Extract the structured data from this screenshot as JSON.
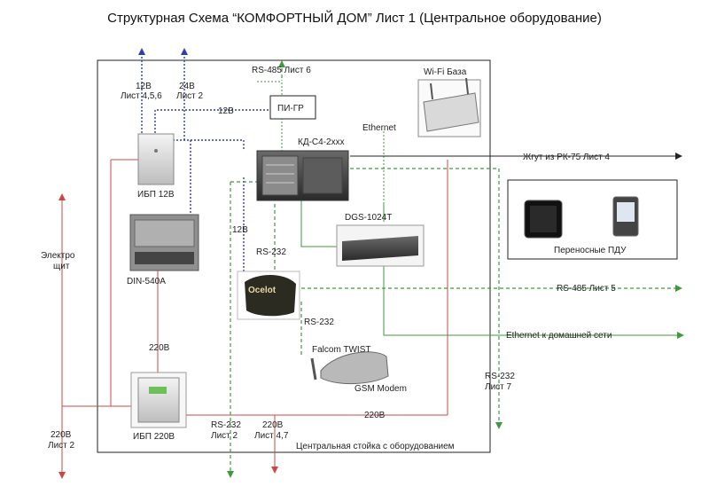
{
  "title": "Структурная Схема “КОМФОРТНЫЙ ДОМ” Лист 1 (Центральное оборудование)",
  "colors": {
    "power": "#c9484a",
    "network": "#3f9a3f",
    "bus": "#2c3fb0",
    "frame": "#222222"
  },
  "devices": {
    "wifi": "Wi-Fi База",
    "pigr": "ПИ-ГР",
    "kd": "КД-С4-2ххх",
    "ups12": "ИБП 12В",
    "din": "DIN-540A",
    "dgs": "DGS-1024T",
    "ocelot": "Ocelot",
    "gsm": "GSM Modem",
    "gsm_brand": "Falcom TWIST",
    "ups220": "ИБП 220В",
    "pdu": "Переносные ПДУ",
    "rack": "Центральная стойка с оборудованием",
    "shield_1": "Электро",
    "shield_2": "щит"
  },
  "labels": {
    "top_12v_1": "12В",
    "top_12v_2": "Лист 4,5,6",
    "top_24v_1": "24В",
    "top_24v_2": "Лист 2",
    "mid_12v": "12В",
    "rs485_top": "RS-485 Лист 6",
    "ethernet": "Ethernet",
    "harness": "Жгут из РК-75 Лист 4",
    "v12_vert": "12В",
    "rs232_a": "RS-232",
    "rs485_right": "RS-485 Лист 5",
    "rs232_b": "RS-232",
    "eth_home": "Ethernet к домашней сети",
    "v220_mid": "220В",
    "rs232_right_1": "RS-232",
    "rs232_right_2": "Лист 7",
    "v220_bottom": "220В",
    "left_220_1": "220В",
    "left_220_2": "Лист 2",
    "bot_rs232_1": "RS-232",
    "bot_rs232_2": "Лист 2",
    "bot_220_1": "220В",
    "bot_220_2": "Лист 4,7"
  }
}
